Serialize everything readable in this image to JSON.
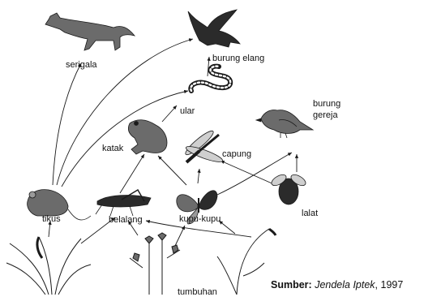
{
  "organisms": {
    "serigala": "serigala",
    "burung_elang": "burung elang",
    "ular": "ular",
    "burung_gereja_1": "burung",
    "burung_gereja_2": "gereja",
    "katak": "katak",
    "capung": "capung",
    "tikus": "tikus",
    "belalang": "belalang",
    "kupu_kupu": "kupu-kupu",
    "lalat": "lalat",
    "tumbuhan": "tumbuhan"
  },
  "source": {
    "label": "Sumber:",
    "title": "Jendela Iptek",
    "year": ", 1997"
  },
  "colors": {
    "ink": "#1a1a1a",
    "fill_dark": "#2b2b2b",
    "fill_mid": "#6b6b6b",
    "paper": "#ffffff"
  }
}
